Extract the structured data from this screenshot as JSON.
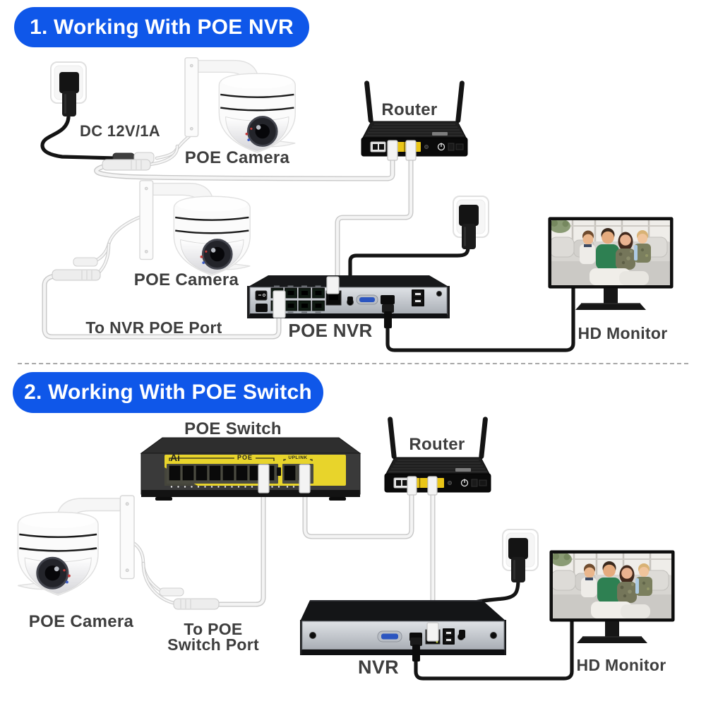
{
  "colors": {
    "banner_blue": "#0f57e9",
    "banner_text": "#ffffff",
    "label_gray": "#3e3e3e",
    "switch_yellow": "#e8d42b",
    "port_yellow": "#e9c517",
    "cable_white": "#f4f4f4",
    "cable_black": "#141414"
  },
  "section1": {
    "banner": "1. Working With POE NVR",
    "power_label": "DC 12V/1A",
    "camera1_label": "POE Camera",
    "camera2_label": "POE Camera",
    "router_label": "Router",
    "nvr_port_label": "To NVR POE Port",
    "nvr_label": "POE NVR",
    "monitor_label": "HD Monitor"
  },
  "section2": {
    "banner": "2. Working With POE Switch",
    "switch_label": "POE Switch",
    "switch_brand": "Ai",
    "switch_poe_group": "POE",
    "switch_uplink_group": "UPLINK",
    "router_label": "Router",
    "camera_label": "POE Camera",
    "switch_port_label_line1": "To POE",
    "switch_port_label_line2": "Switch Port",
    "nvr_label": "NVR",
    "monitor_label": "HD Monitor"
  }
}
